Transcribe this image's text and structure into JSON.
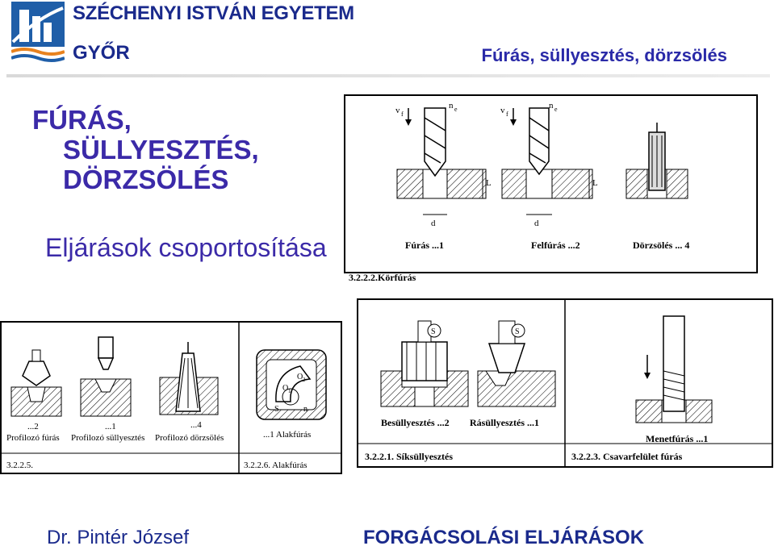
{
  "header": {
    "university": "SZÉCHENYI ISTVÁN EGYETEM",
    "city": "GYŐR",
    "topic": "Fúrás, süllyesztés, dörzsölés"
  },
  "title": {
    "line1": "FÚRÁS,",
    "line2": "SÜLLYESZTÉS,",
    "line3": "DÖRZSÖLÉS"
  },
  "subtitle": "Eljárások csoportosítása",
  "figures": {
    "top": {
      "labels": {
        "vf": "v",
        "vf_sub": "f",
        "ne": "n",
        "ne_sub": "e",
        "L": "L",
        "d": "d"
      },
      "captions": [
        "Fúrás ...1",
        "Felfúrás ...2",
        "Dörzsölés ... 4"
      ],
      "section": "3.2.2.2.Körfúrás"
    },
    "bottom_left": {
      "numbers": [
        "...2",
        "...1",
        "...4"
      ],
      "captions": [
        "Profilozó fúrás",
        "Profilozó süllyesztés",
        "Profilozó dörzsölés"
      ],
      "alak_caption": "...1 Alakfúrás",
      "alak_labels": {
        "o2": "O",
        "o2_sub": "2",
        "o1": "O",
        "o1_sub": "1",
        "s": "S",
        "n": "n"
      },
      "sections": [
        "3.2.2.5.",
        "3.2.2.6. Alakfúrás"
      ]
    },
    "bottom_right": {
      "s_mark": "S",
      "captions": [
        "Besüllyesztés ...2",
        "Rásüllyesztés ...1",
        "Menetfúrás ...1"
      ],
      "sections": [
        "3.2.2.1. Síksüllyesztés",
        "3.2.2.3. Csavarfelület fúrás"
      ]
    }
  },
  "footer": {
    "author": "Dr. Pintér József",
    "course": "FORGÁCSOLÁSI ELJÁRÁSOK"
  },
  "colors": {
    "brand_dark": "#1a2a8c",
    "title": "#3b2aa8",
    "logo_blue": "#1f5ea8",
    "logo_orange": "#e8821e"
  }
}
